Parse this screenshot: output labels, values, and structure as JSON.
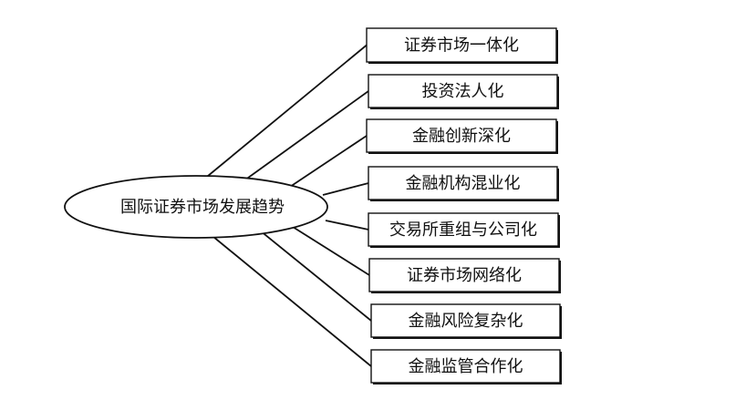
{
  "diagram": {
    "center_label": "国际证券市场发展趋势",
    "trends": [
      "证券市场一体化",
      "投资法人化",
      "金融创新深化",
      "金融机构混业化",
      "交易所重组与公司化",
      "证券市场网络化",
      "金融风险复杂化",
      "金融监管合作化"
    ]
  }
}
